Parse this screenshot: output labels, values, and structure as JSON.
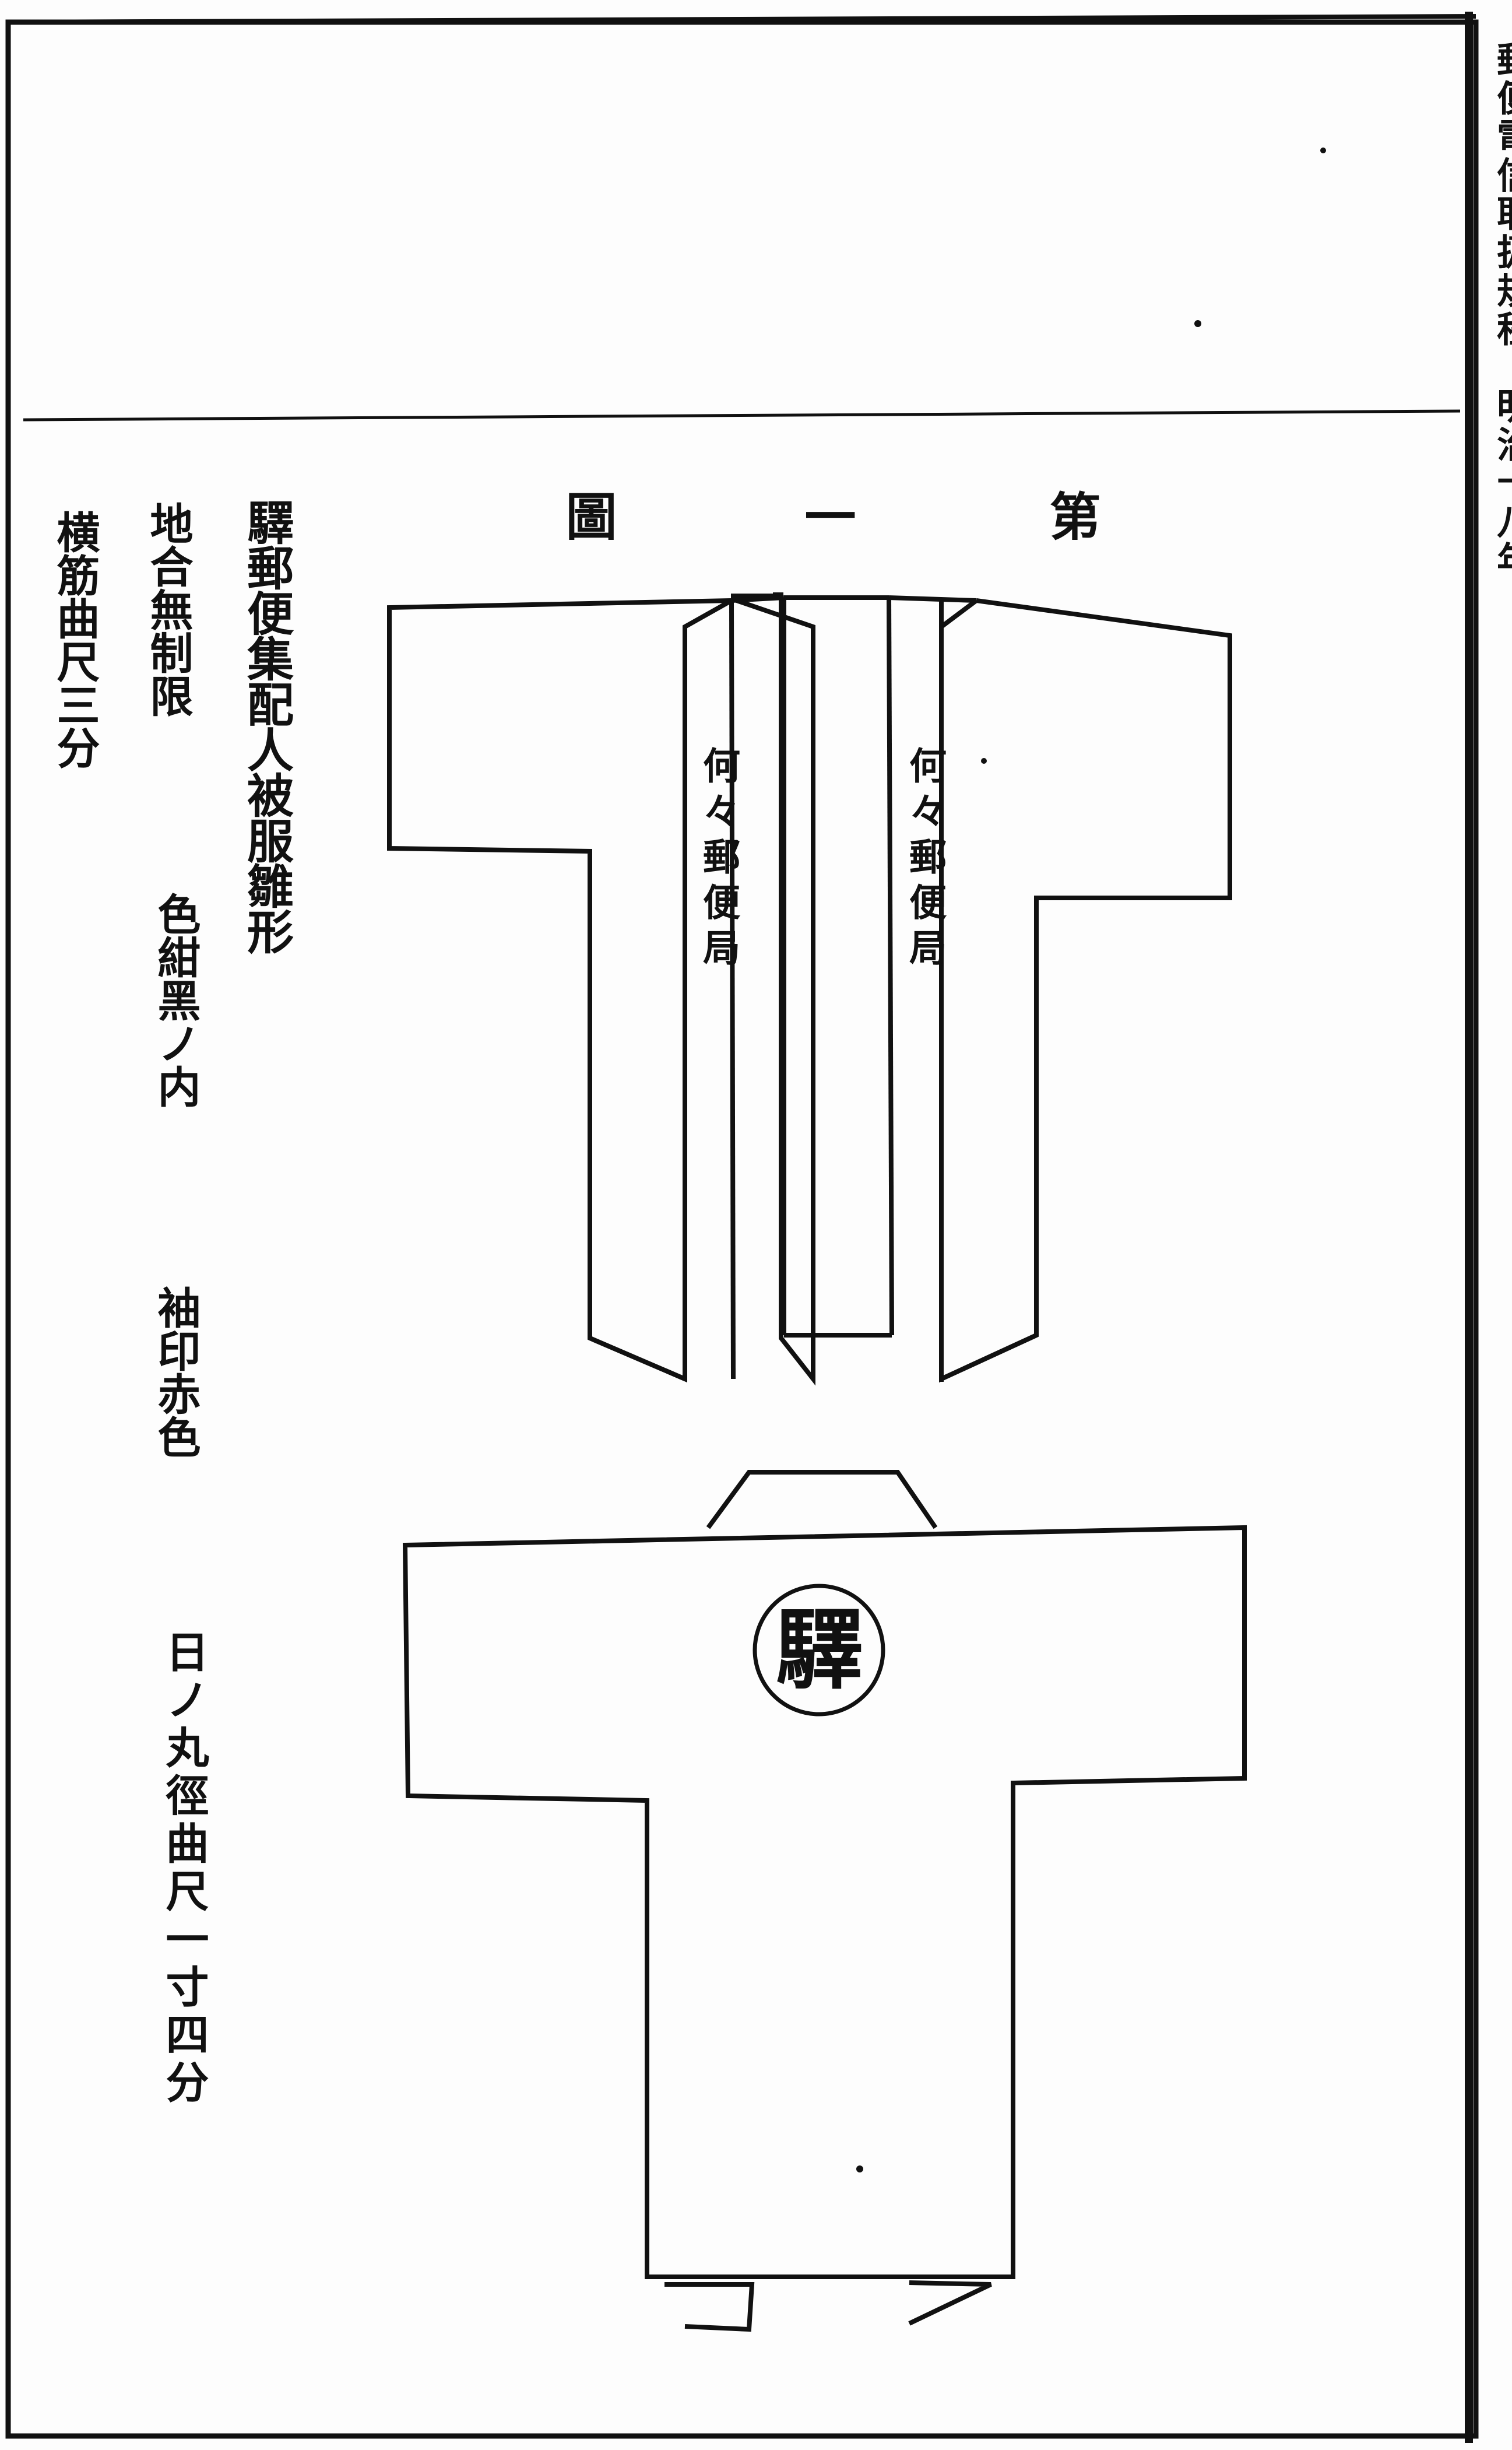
{
  "figure": {
    "title_chars": [
      "第",
      "一",
      "圖"
    ]
  },
  "caption": {
    "main": "驛郵便集配人被服雛形",
    "fabric": "地合無制限",
    "color": "色紺黑ノ内",
    "stripe": "横筋曲尺三分",
    "sleeve_mark": "袖印赤色",
    "sun_circle": "日ノ丸徑曲尺一寸四分"
  },
  "garment_front": {
    "left_collar_text": "何々郵便局",
    "right_collar_text": "何々郵便局"
  },
  "garment_back": {
    "emblem_text": "驛"
  },
  "margin_text": "郵便電信取扱規程　明治十八年"
}
